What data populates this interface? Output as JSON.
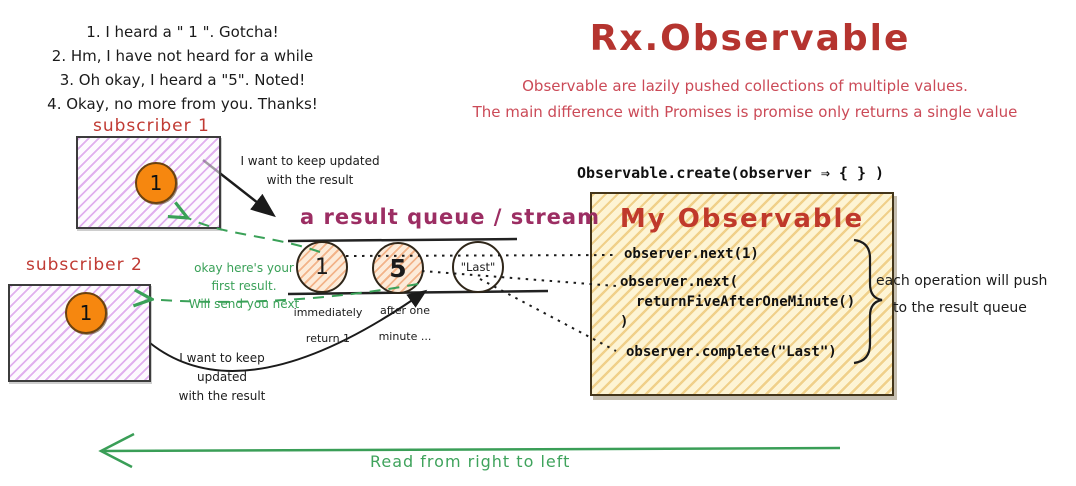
{
  "colors": {
    "title_red": "#b5342f",
    "subtitle_pink": "#cb4a57",
    "label_red": "#c03a33",
    "stream_purple": "#9c2e63",
    "green": "#3aa158",
    "ink_black": "#1b1b1b",
    "orange_avatar": "#f6870f",
    "purple_box_hatch": "#d696e9",
    "yellow_box_hatch": "#eecb7d",
    "peach_circle_hatch": "#f0a674"
  },
  "notes": {
    "items": [
      "1. I heard a \" 1 \". Gotcha!",
      "2. Hm, I have not heard for a while",
      "3. Oh okay, I heard a \"5\". Noted!",
      "4. Okay, no more from you. Thanks!"
    ]
  },
  "header": {
    "title": "Rx.Observable",
    "subtitle1": "Observable are lazily pushed collections of multiple values.",
    "subtitle2": "The main difference with Promises is promise only returns a single value"
  },
  "subscriber1": {
    "label": "subscriber 1",
    "avatar_value": "1",
    "note": [
      "I want to keep updated",
      "with the result"
    ]
  },
  "subscriber2": {
    "label": "subscriber 2",
    "avatar_value": "1",
    "green_note": [
      "okay here's your",
      "first result.",
      "Will send you next"
    ],
    "note": [
      "I want to keep updated",
      "with the result"
    ]
  },
  "stream": {
    "label": "a result queue / stream",
    "items": [
      {
        "value": "1",
        "note": [
          "immediately",
          "return 1"
        ]
      },
      {
        "value": "5",
        "note": [
          "after one",
          "minute ..."
        ]
      },
      {
        "value": "\"Last\"",
        "note": []
      }
    ]
  },
  "observable": {
    "signature": "Observable.create(observer ⇒ { } )",
    "box_title": "My Observable",
    "code": [
      "observer.next(1)",
      "observer.next(",
      "returnFiveAfterOneMinute()",
      ")",
      "observer.complete(\"Last\")"
    ],
    "side_note": [
      "each operation will push",
      "to the result queue"
    ]
  },
  "footer": {
    "direction_note": "Read from right to left"
  }
}
